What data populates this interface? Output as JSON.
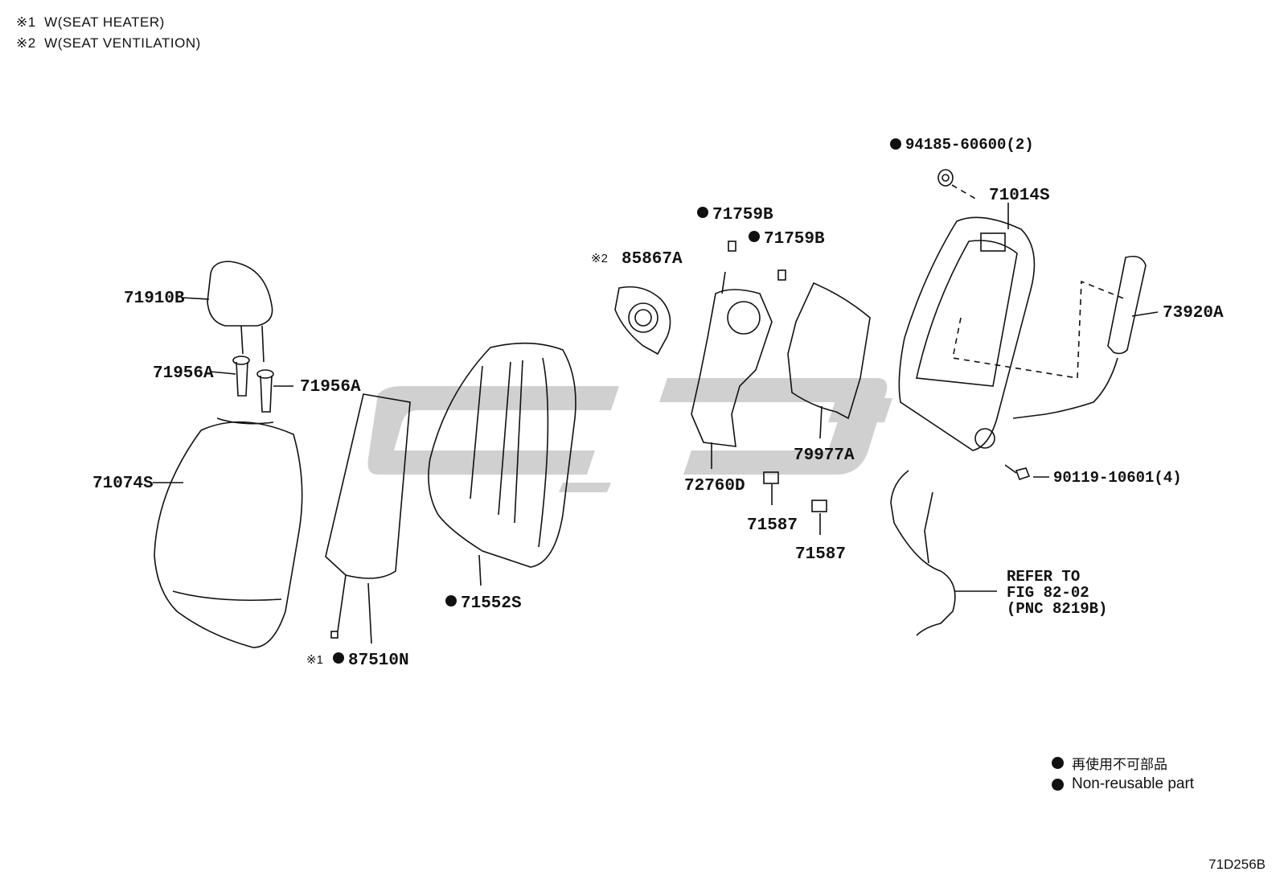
{
  "notes": [
    {
      "mark": "※1",
      "text": "W(SEAT HEATER)"
    },
    {
      "mark": "※2",
      "text": "W(SEAT VENTILATION)"
    }
  ],
  "parts": {
    "p71910B": "71910B",
    "p71956A_left": "71956A",
    "p71956A_right": "71956A",
    "p71074S": "71074S",
    "p87510N": "87510N",
    "p87510N_mark": "※1",
    "p71552S": "71552S",
    "p85867A": "85867A",
    "p85867A_mark": "※2",
    "p71759B_upper": "71759B",
    "p71759B_lower": "71759B",
    "p72760D": "72760D",
    "p79977A": "79977A",
    "p71587_upper": "71587",
    "p71587_lower": "71587",
    "p94185": "94185-60600(2)",
    "p71014S": "71014S",
    "p73920A": "73920A",
    "p90119": "90119-10601(4)"
  },
  "reference": {
    "line1": "REFER TO",
    "line2": "FIG 82-02",
    "line3": "(PNC 8219B)"
  },
  "legend": {
    "jp": "再使用不可部品",
    "en": "Non-reusable part"
  },
  "figure_code": "71D256B",
  "colors": {
    "ink": "#111111",
    "watermark": "#c8c8c8"
  }
}
